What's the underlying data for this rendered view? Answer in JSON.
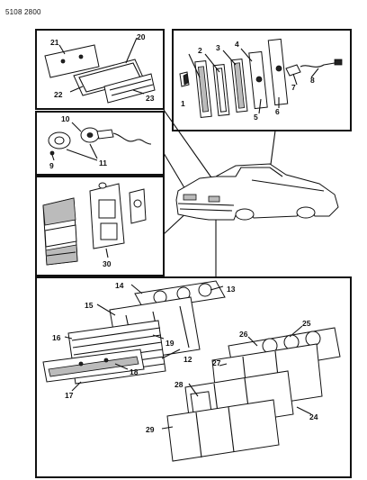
{
  "document_number": "5108 2800",
  "callouts": [
    "1",
    "2",
    "3",
    "4",
    "5",
    "6",
    "7",
    "8",
    "9",
    "10",
    "11",
    "12",
    "13",
    "14",
    "15",
    "16",
    "17",
    "18",
    "19",
    "20",
    "21",
    "22",
    "23",
    "24",
    "25",
    "26",
    "27",
    "28",
    "29",
    "30"
  ]
}
